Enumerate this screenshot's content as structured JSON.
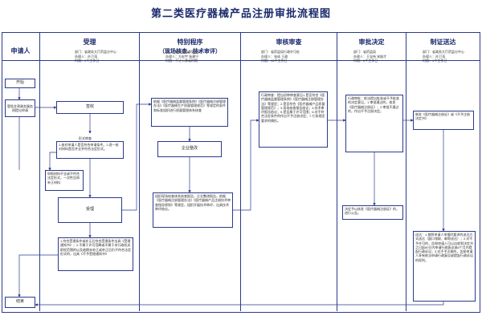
{
  "title": "第二类医疗器械产品注册审批流程图",
  "headers": {
    "applicant": "申请人",
    "accept": "受理",
    "special": "特别程序",
    "special_sub": "（现场核查、技术审评）",
    "review": "审核审查",
    "decision": "审批决定",
    "delivery": "制证送达"
  },
  "info": {
    "accept": [
      "部门：省政务大厅药监分中心",
      "办理人：孙卫涛",
      "时限：1个工作日"
    ],
    "special": [
      "部门：省药品监督管理局",
      "办理人：方宏宇 朱建宁",
      "时限：不计入承诺时限"
    ],
    "review": [
      "部门：省药监局行政许可处",
      "办理人：张成 王政",
      "时限：15个工作日"
    ],
    "decision": [
      "部门：省药监局",
      "办理人：王宝伟 宋振才",
      "时限：5个工作日"
    ],
    "delivery": [
      "部门：省政务大厅药监分中心",
      "办理人：孙卫涛",
      "时限：1个工作日"
    ]
  },
  "nodes": {
    "start": "开始",
    "submit": "登陆甘肃政务服务网提出申请",
    "receive": "签收",
    "formal_review_label": "形式审查",
    "formal_review": "1.核对申请人是否符合申请条件。2.逐一核对材料是否齐全并符合法定形式。",
    "incomplete": "申报材料不全或不符合法定形式，一次性告知补正材料",
    "accepted": "受理",
    "accept_notice": "1.符合受理条件或补正后符合受理条件出具《受理通知书》；2.不属于许可范畴或不属于本行政机关职权范围的以及逾期未补正或补正后仍不符合法定形式的，出具《不予受理通知书》",
    "end": "结束",
    "tech_review": "依据《医疗器械监督管理条例》《医疗器械注册管理办法》《医疗器械生产质量管理规范》等规定的条件和标准组织进行质量管理体系核查",
    "rectify": "企业整改",
    "special_result": "组织现场核查体系核查报告，企业整改报告，依据《医疗器械注册管理办法》《医疗器械产品注册技术审查指导原则》等规定，组织开展技术审评，出具技术审评结论。",
    "review_text": "行政审查：提出初审审查意见1.是否符合《医疗器械监督管理条例》《医疗器械注册管理办法》等规定；2.是否符合《医疗器械产品质量管理规范》；3.现场核查报告结论；4.技术审评报告结论；5.是否属于许可范围；6.对不符合法定条件的作出不予注册决定；7.七条规定要求的情形。",
    "decision_text": "行政审批：依法提出批准或不予批准的决定意见，1.审批通过的，核发《医疗器械注册证》；2.审批不通过的，作出不予注册决定。",
    "decision_out": "决定予以核发《医疗器械注册证》的，进行公告。",
    "issue": "制发《医疗器械注册证》或《不予注册决定书》",
    "delivery_text": "送达：1.按照申请人申报时要求的送达方式送达（窗口领取、邮寄送达）；2.对不予许可的，告知申请人可以自收到决定书之日起60日内申请行政复议或6个月内提起行政诉讼；3.对不予注册的，告知申请人享有依法申请行政复议或提起行政诉讼的权利。"
  },
  "colors": {
    "line": "#2b3a8c",
    "title": "#1a2a6c"
  }
}
